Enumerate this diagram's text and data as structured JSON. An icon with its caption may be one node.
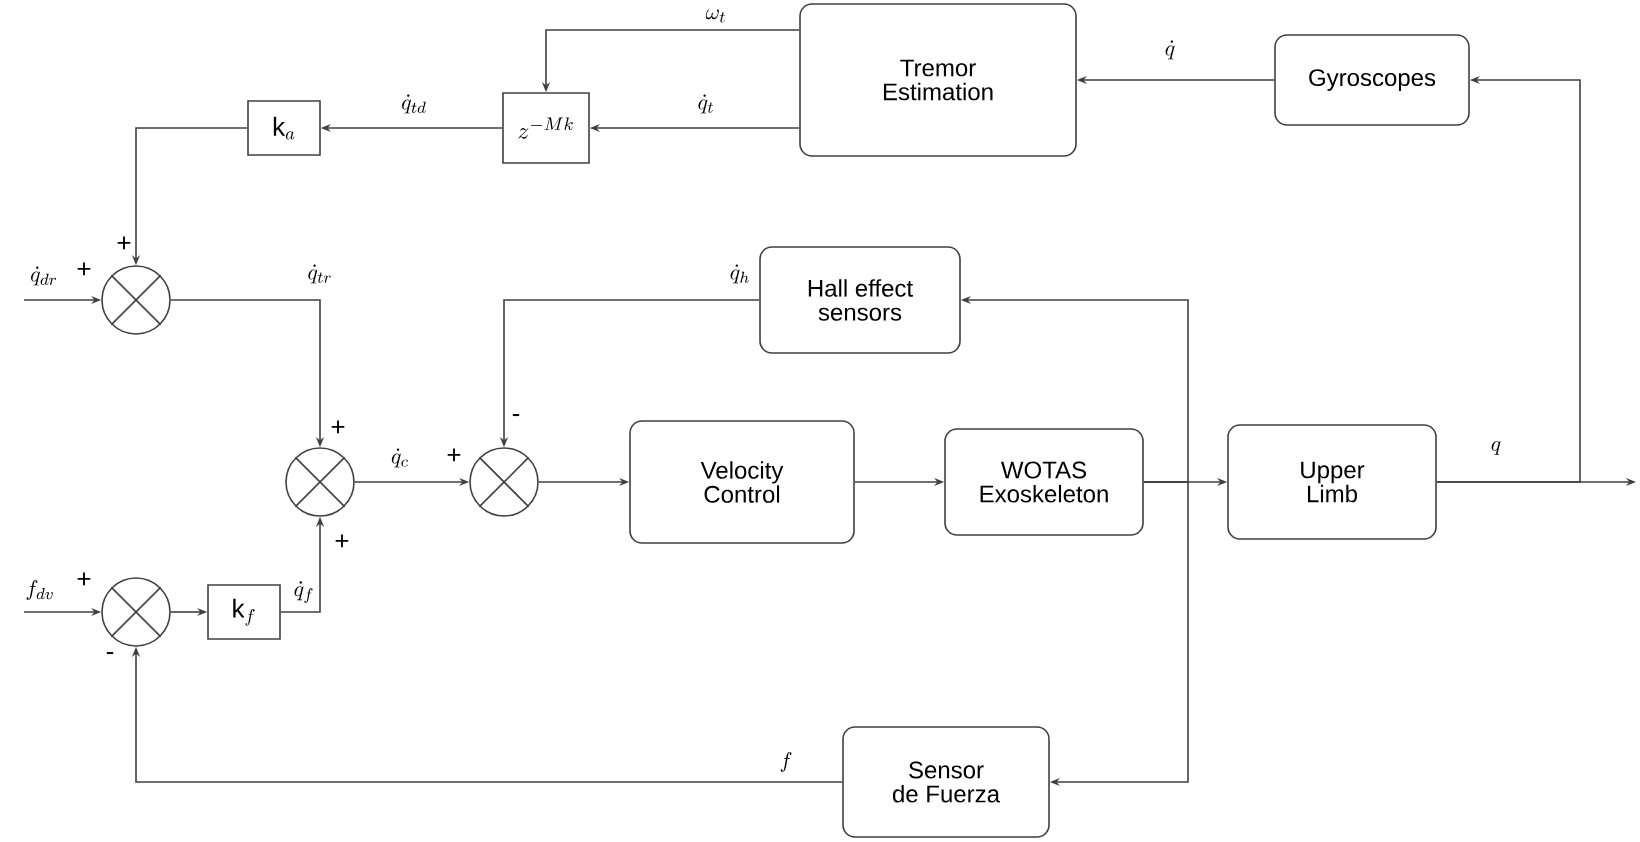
{
  "diagram": {
    "nodes": [
      {
        "text": [
          "Tremor Estimation"
        ]
      },
      {
        "text": [
          "Gyroscopes"
        ]
      },
      {
        "text": [
          "z^{-Mk}"
        ]
      },
      {
        "text": [
          "\\mathrm{k}_{a}"
        ]
      },
      {
        "text": [],
        "shape": "circle"
      },
      {
        "text": [
          "Hall effect sensors"
        ]
      },
      {
        "text": [],
        "shape": "circle"
      },
      {
        "text": [],
        "shape": "circle"
      },
      {
        "text": [
          "Velocity Control"
        ]
      },
      {
        "text": [
          "WOTAS Exoskeleton"
        ]
      },
      {
        "text": [
          "Upper Limb"
        ]
      },
      {
        "text": [],
        "shape": "circle"
      },
      {
        "text": [
          "\\mathrm{k}_{f}"
        ]
      },
      {
        "text": [
          "Sensor de Fuerza"
        ]
      }
    ],
    "edges": [
      {
        "from": 1,
        "to": 0,
        "arrow": "to",
        "label": "\\dot{q}"
      },
      {
        "from": 0,
        "to": 2,
        "arrow": "to",
        "label": "\\omega_{t}"
      },
      {
        "from": 0,
        "to": 2,
        "arrow": "to",
        "label": "\\dot{q}_{t}"
      },
      {
        "from": 2,
        "to": 3,
        "arrow": "to",
        "label": "\\dot{q}_{td}"
      },
      {
        "from": 3,
        "to": 4,
        "arrow": "to"
      },
      {
        "from": null,
        "to": 4,
        "arrow": "to",
        "label": "\\dot{q}_{dr}"
      },
      {
        "from": 4,
        "to": 6,
        "arrow": "to",
        "label": "\\dot{q}_{tr}"
      },
      {
        "from": 12,
        "to": 6,
        "arrow": "to",
        "label": "\\dot{q}_{f}"
      },
      {
        "from": 6,
        "to": 7,
        "arrow": "to",
        "label": "\\dot{q}_{c}"
      },
      {
        "from": 5,
        "to": 7,
        "arrow": "to",
        "label": "\\dot{q}_{h}"
      },
      {
        "from": 7,
        "to": 8,
        "arrow": "to"
      },
      {
        "from": 8,
        "to": 9,
        "arrow": "to"
      },
      {
        "from": 9,
        "to": 10,
        "arrow": "to"
      },
      {
        "from": 10,
        "to": null,
        "arrow": "to",
        "label": "q"
      },
      {
        "from": 10,
        "to": 1,
        "arrow": "to"
      },
      {
        "from": 9,
        "to": 5,
        "arrow": "to"
      },
      {
        "from": 9,
        "to": 13,
        "arrow": "to"
      },
      {
        "from": 13,
        "to": 11,
        "arrow": "to",
        "label": "f"
      },
      {
        "from": null,
        "to": 11,
        "arrow": "to",
        "label": "f_{dv}"
      },
      {
        "from": 11,
        "to": 12,
        "arrow": "to"
      }
    ],
    "labels": [
      "+",
      "+",
      "-",
      "+",
      "+",
      "+",
      "+",
      "-"
    ]
  }
}
